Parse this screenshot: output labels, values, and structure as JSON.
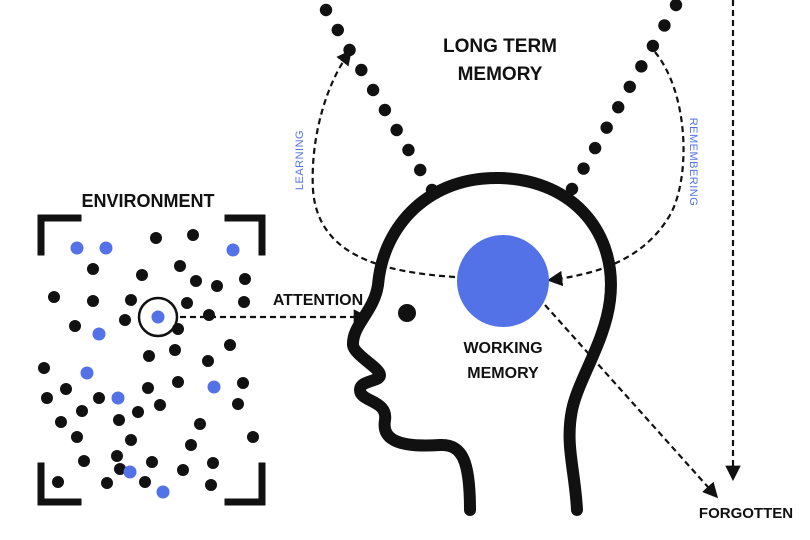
{
  "labels": {
    "long_term_line1": "LONG TERM",
    "long_term_line2": "MEMORY",
    "environment": "ENVIRONMENT",
    "attention": "ATTENTION",
    "working_line1": "WORKING",
    "working_line2": "MEMORY",
    "forgotten": "FORGOTTEN",
    "learning": "LEARNING",
    "remembering": "REMEMBERING"
  },
  "colors": {
    "ink": "#111111",
    "accent_blue": "#5472e8"
  }
}
